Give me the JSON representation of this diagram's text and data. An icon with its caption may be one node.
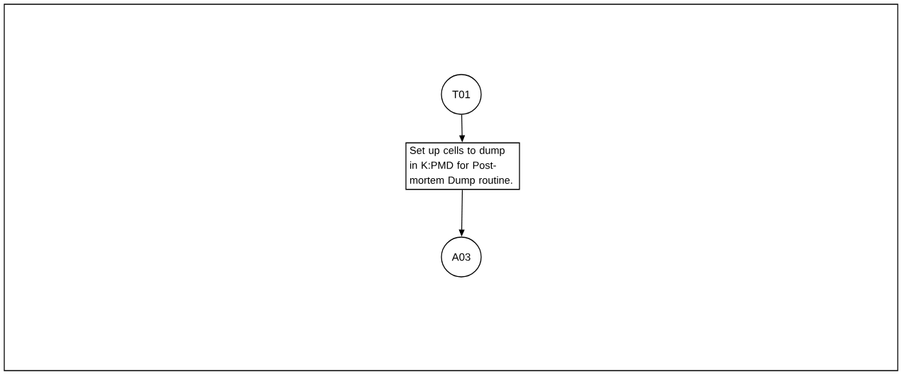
{
  "diagram": {
    "nodes": [
      {
        "text": [
          "T01"
        ]
      },
      {
        "text": [
          "Set up cells to dump in K:PMD for Post-mortem Dump routine."
        ]
      },
      {
        "text": [
          "A03"
        ]
      }
    ],
    "edges": [
      {
        "from": 0,
        "to": 1,
        "arrow": "to"
      },
      {
        "from": 1,
        "to": 2,
        "arrow": "to"
      }
    ]
  }
}
